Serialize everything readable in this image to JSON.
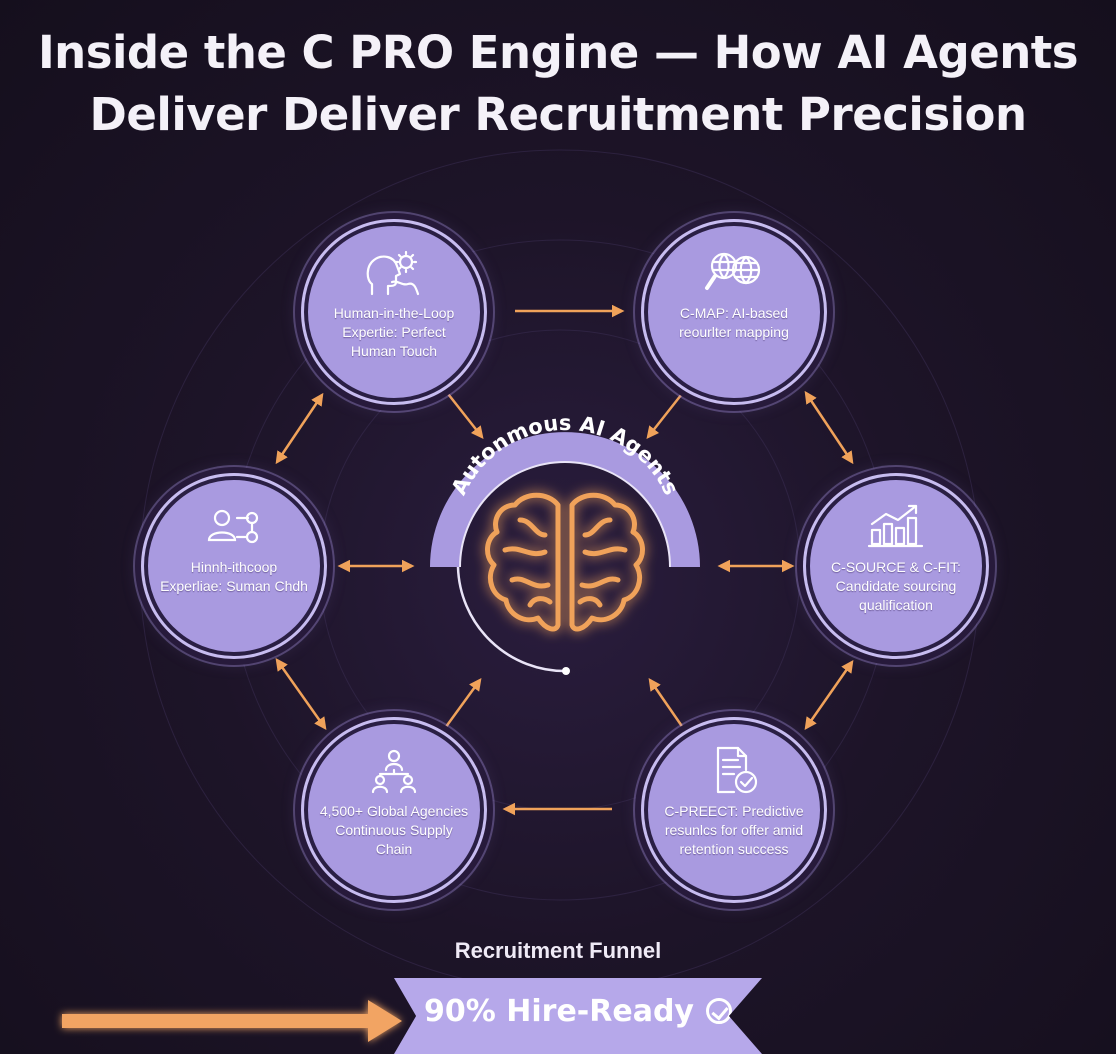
{
  "title": {
    "line1": "Inside the C PRO Engine — How AI Agents",
    "line2": "Deliver Deliver Recruitment Precision"
  },
  "hub": {
    "label": "Autonmous AI Agents",
    "icon": "brain-icon"
  },
  "nodes": [
    {
      "id": "top-left",
      "icon": "head-gear-icon",
      "text": "Human-in-the-Loop Expertie: Perfect Human Touch"
    },
    {
      "id": "top-right",
      "icon": "magnifier-globe-icon",
      "text": "C-MAP: AI-based reourlter mapping"
    },
    {
      "id": "middle-left",
      "icon": "people-network-icon",
      "text": "Hinnh-ithcoop Experliae: Suman Chdh"
    },
    {
      "id": "middle-right",
      "icon": "bar-chart-growth-icon",
      "text": "C-SOURCE & C-FIT: Candidate sourcing qualification"
    },
    {
      "id": "bottom-left",
      "icon": "org-chart-icon",
      "text": "4,500+ Global Agencies Continuous Supply Chain"
    },
    {
      "id": "bottom-right",
      "icon": "document-check-icon",
      "text": "C-PREECT: Predictive resunlcs for offer amid retention success"
    }
  ],
  "funnel": {
    "title": "Recruitment Funnel",
    "badge": "90% Hire-Ready",
    "badge_icon": "check-circle-icon"
  },
  "colors": {
    "background": "#1d1428",
    "node_fill": "#a99ae0",
    "accent_orange": "#f0a25a",
    "arc_lavender": "#b6a8ea"
  }
}
